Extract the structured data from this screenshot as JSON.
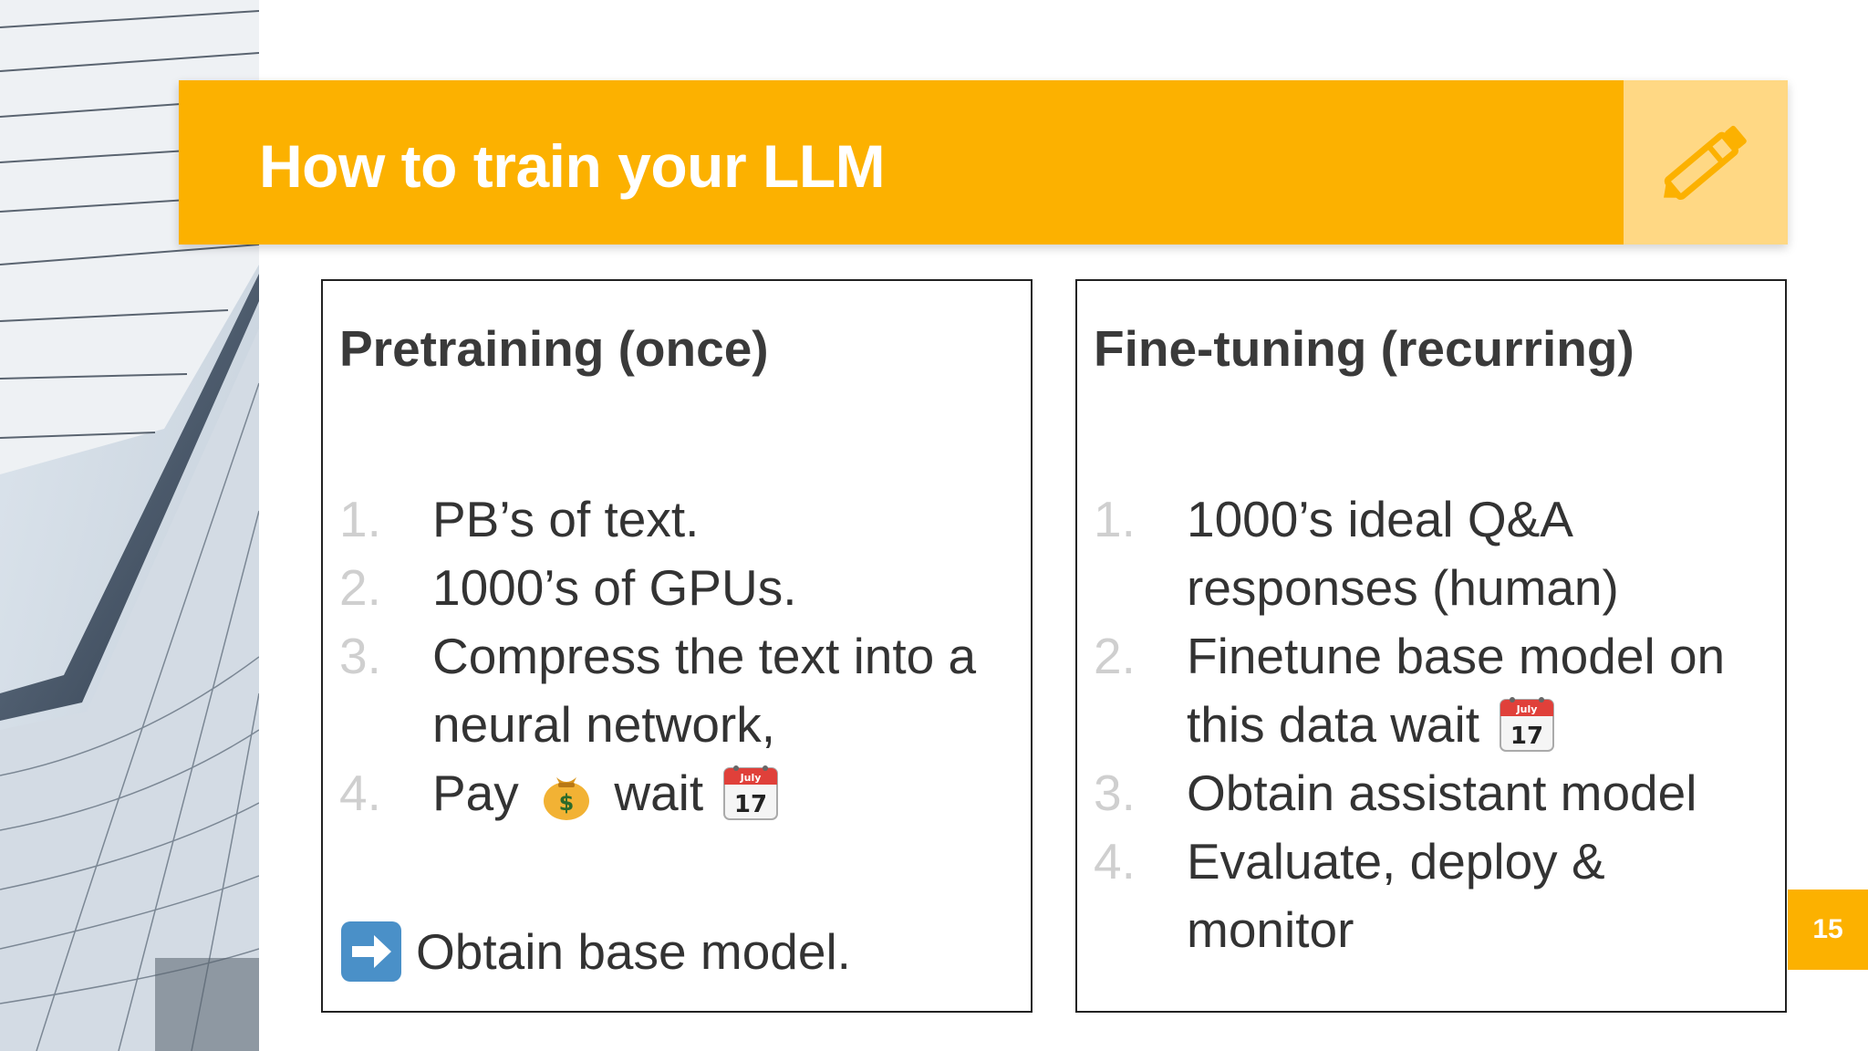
{
  "slide": {
    "title": "How to train your LLM",
    "page_number": "15"
  },
  "pretraining": {
    "heading": "Pretraining (once)",
    "steps": [
      {
        "num": "1.",
        "text": "PB’s of text."
      },
      {
        "num": "2.",
        "text": "1000’s of GPUs."
      },
      {
        "num": "3.",
        "text": "Compress the text into a neural network,"
      },
      {
        "num": "4.",
        "text_a": "Pay",
        "text_b": "wait"
      }
    ],
    "outcome": "Obtain base model."
  },
  "finetuning": {
    "heading": "Fine-tuning (recurring)",
    "steps": [
      {
        "num": "1.",
        "text": "1000’s ideal Q&A responses (human)"
      },
      {
        "num": "2.",
        "text": "Finetune base model on this data wait"
      },
      {
        "num": "3.",
        "text": "Obtain assistant model"
      },
      {
        "num": "4.",
        "text": "Evaluate, deploy & monitor"
      }
    ]
  },
  "icons": {
    "banner": "pencil-icon",
    "money": "money-bag-icon",
    "calendar": "calendar-icon",
    "arrow": "right-arrow-icon",
    "calendar_month": "July",
    "calendar_day": "17"
  },
  "colors": {
    "accent": "#FCB100",
    "accent_light": "#FFD884",
    "text": "#333333",
    "list_number": "#cfcfcf"
  }
}
